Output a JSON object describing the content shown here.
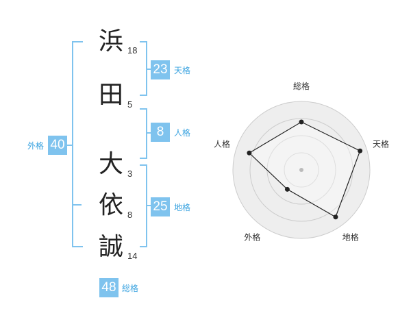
{
  "name": {
    "chars": [
      "浜",
      "田",
      "大",
      "依",
      "誠"
    ],
    "strokes": [
      "18",
      "5",
      "3",
      "8",
      "14"
    ]
  },
  "fortune": {
    "tenkaku": {
      "value": "23",
      "label": "天格"
    },
    "jinkaku": {
      "value": "8",
      "label": "人格"
    },
    "chikaku": {
      "value": "25",
      "label": "地格"
    },
    "gaikaku": {
      "value": "40",
      "label": "外格"
    },
    "soukaku": {
      "value": "48",
      "label": "総格"
    }
  },
  "chart_data": {
    "type": "radar",
    "axes": [
      "総格",
      "天格",
      "地格",
      "外格",
      "人格"
    ],
    "values": [
      0.7,
      0.9,
      0.85,
      0.35,
      0.8
    ],
    "max": 1,
    "rings": 4,
    "colors": {
      "fill": "#eeeeee",
      "ring": "#cccccc",
      "line": "#222222",
      "point": "#222222",
      "center": "#bbbbbb"
    }
  }
}
